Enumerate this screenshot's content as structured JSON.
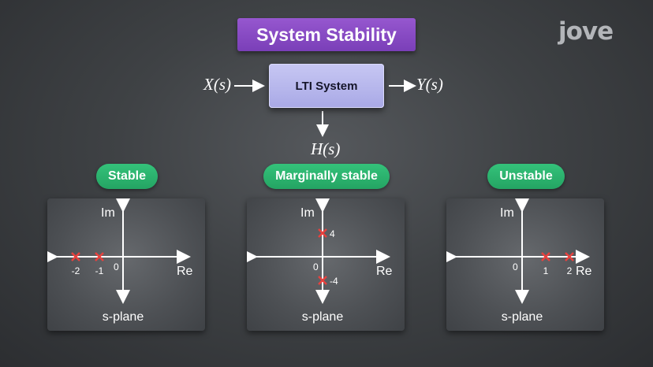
{
  "title": "System Stability",
  "logo": "jove",
  "block": {
    "input": "X(s)",
    "system": "LTI System",
    "output": "Y(s)",
    "transfer": "H(s)"
  },
  "colors": {
    "title_bg": "#8a4cc7",
    "system_bg": "#b8b8ee",
    "pill_bg": "#2bb56e",
    "pole": "#e8413e"
  },
  "panels": [
    {
      "status": "Stable",
      "im_label": "Im",
      "re_label": "Re",
      "origin_label": "0",
      "plane_label": "s-plane",
      "poles": [
        {
          "re": -2,
          "im": 0,
          "label": "-2"
        },
        {
          "re": -1,
          "im": 0,
          "label": "-1"
        }
      ]
    },
    {
      "status": "Marginally stable",
      "im_label": "Im",
      "re_label": "Re",
      "origin_label": "0",
      "plane_label": "s-plane",
      "poles": [
        {
          "re": 0,
          "im": 4,
          "label": "4"
        },
        {
          "re": 0,
          "im": -4,
          "label": "-4"
        }
      ]
    },
    {
      "status": "Unstable",
      "im_label": "Im",
      "re_label": "Re",
      "origin_label": "0",
      "plane_label": "s-plane",
      "poles": [
        {
          "re": 1,
          "im": 0,
          "label": "1"
        },
        {
          "re": 2,
          "im": 0,
          "label": "2"
        }
      ]
    }
  ]
}
